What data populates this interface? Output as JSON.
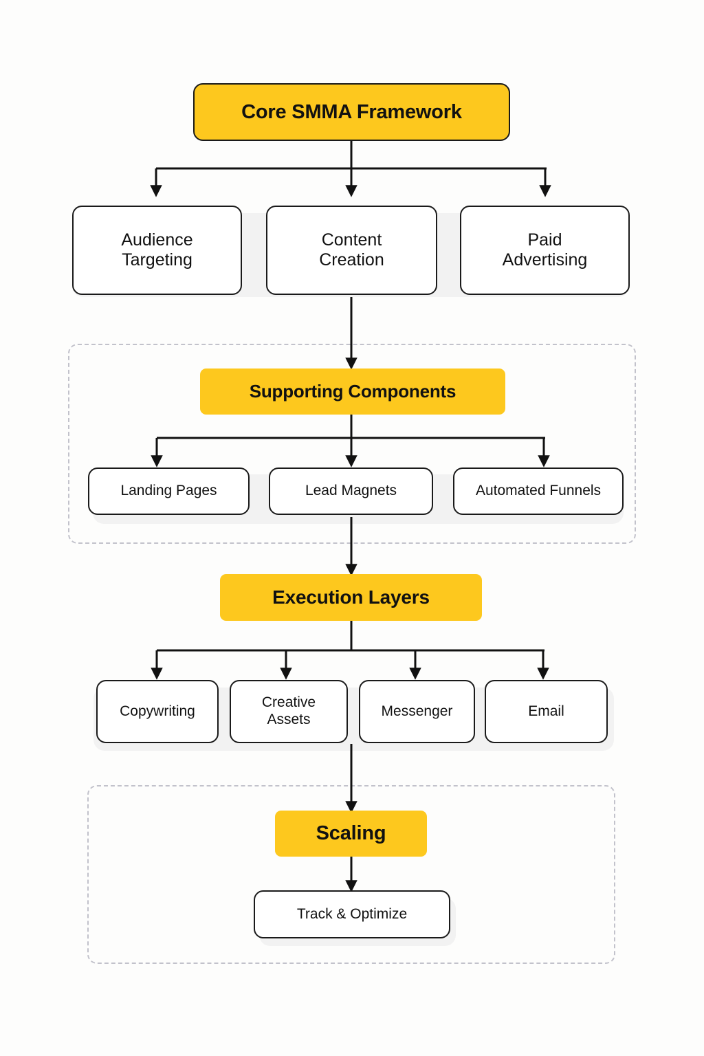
{
  "diagram": {
    "title": "Core SMMA Framework",
    "background_color": "#fdfdfc",
    "accent_color": "#fdc81e",
    "outline_color": "#1a1a1a",
    "dashed_group_color": "#c2c2cb"
  },
  "nodes": {
    "root": {
      "label": "Core SMMA Framework"
    },
    "level1": [
      {
        "label": "Audience\nTargeting",
        "line1": "Audience",
        "line2": "Targeting"
      },
      {
        "label": "Content\nCreation",
        "line1": "Content",
        "line2": "Creation"
      },
      {
        "label": "Paid\nAdvertising",
        "line1": "Paid",
        "line2": "Advertising"
      }
    ],
    "supporting_header": {
      "label": "Supporting Components"
    },
    "level2": [
      {
        "label": "Landing Pages"
      },
      {
        "label": "Lead Magnets"
      },
      {
        "label": "Automated Funnels"
      }
    ],
    "execution_header": {
      "label": "Execution Layers"
    },
    "level3": [
      {
        "label": "Copywriting",
        "line1": "Copywriting",
        "line2": ""
      },
      {
        "label": "Creative Assets",
        "line1": "Creative",
        "line2": "Assets"
      },
      {
        "label": "Messenger",
        "line1": "Messenger",
        "line2": ""
      },
      {
        "label": "Email",
        "line1": "Email",
        "line2": ""
      }
    ],
    "scaling_header": {
      "label": "Scaling"
    },
    "level4": [
      {
        "label": "Track & Optimize"
      }
    ]
  }
}
